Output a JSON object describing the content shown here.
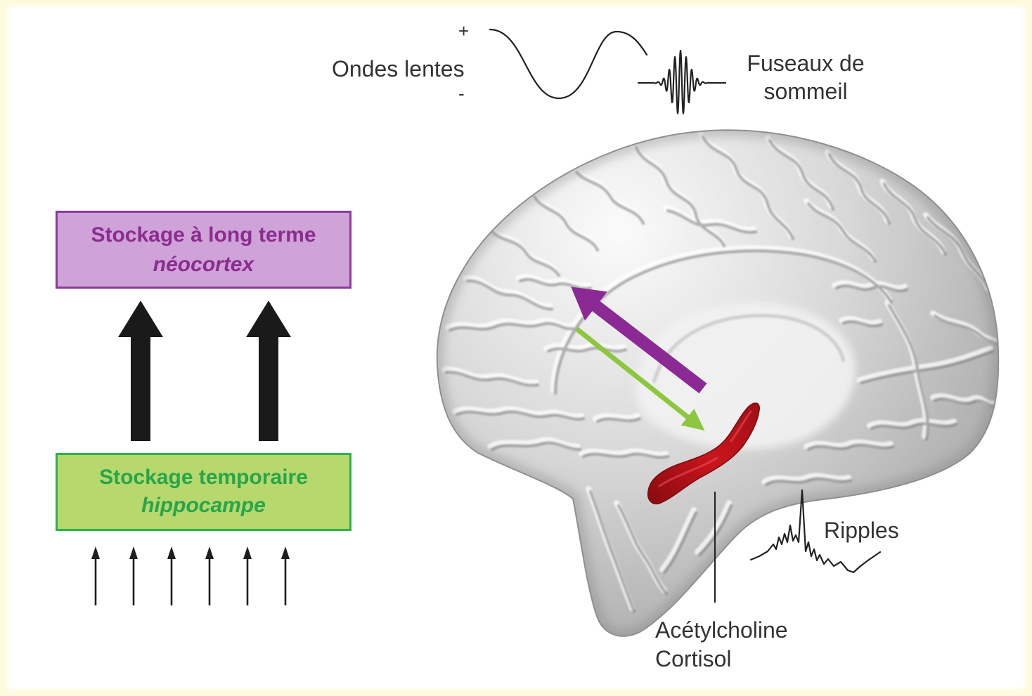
{
  "colors": {
    "frame": "#fdfbdc",
    "background": "#ffffff",
    "long_term_fill": "#cfa2d8",
    "long_term_border": "#8a3d97",
    "long_term_text": "#8b2c8f",
    "temporary_fill": "#b6d86c",
    "temporary_border": "#2eb24b",
    "temporary_text": "#28a54a",
    "consolidation_arrow": "#1a1a1a",
    "input_arrow": "#1e1e1e",
    "neocortex_arrow": "#8b2a94",
    "hippocampus_arrow": "#8dc63f",
    "hippocampus": "#c8151c",
    "brain": "#d8d8d8",
    "trace": "#222222",
    "label_text": "#333333"
  },
  "memory_model": {
    "long_term_storage": {
      "title": "Stockage à long terme",
      "region": "néocortex"
    },
    "temporary_storage": {
      "title": "Stockage temporaire",
      "region": "hippocampe"
    }
  },
  "sleep_oscillations": {
    "slow_waves": {
      "label": "Ondes lentes",
      "positive": "+",
      "negative": "-"
    },
    "spindles": {
      "label_line1": "Fuseaux de",
      "label_line2": "sommeil"
    },
    "ripples": {
      "label": "Ripples"
    }
  },
  "neuromodulators": {
    "line1": "Acétylcholine",
    "line2": "Cortisol"
  }
}
